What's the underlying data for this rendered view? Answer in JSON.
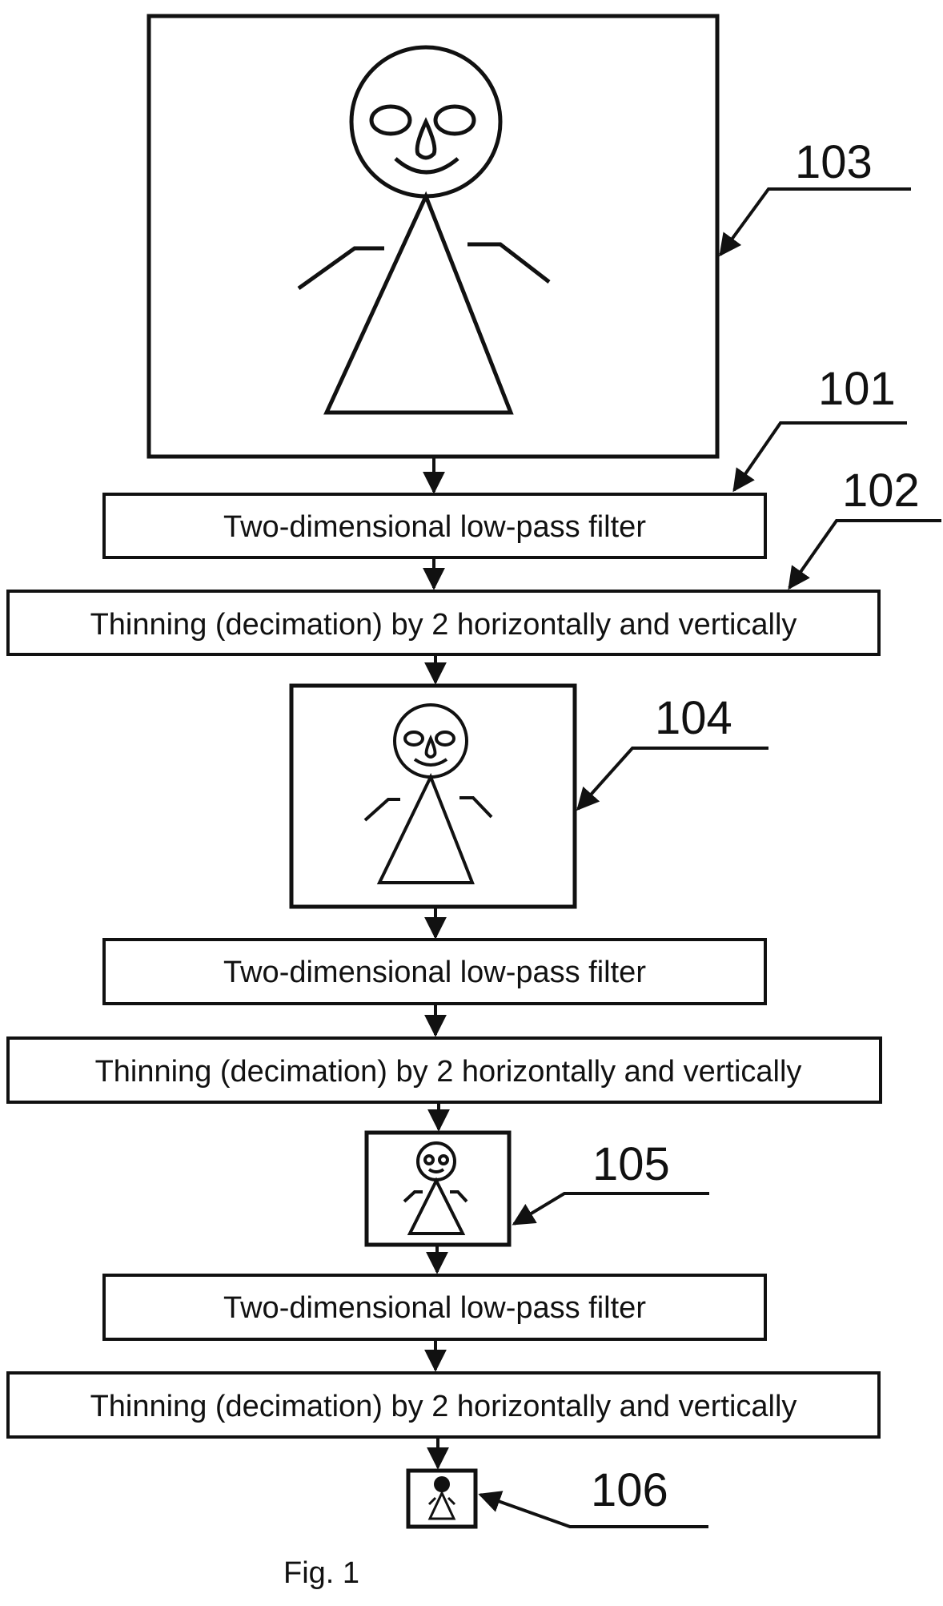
{
  "diagram": {
    "filter_label": "Two-dimensional low-pass filter",
    "decimation_label": "Thinning (decimation) by 2 horizontally and vertically",
    "refs": {
      "r103": "103",
      "r101": "101",
      "r102": "102",
      "r104": "104",
      "r105": "105",
      "r106": "106"
    },
    "caption": "Fig. 1"
  }
}
